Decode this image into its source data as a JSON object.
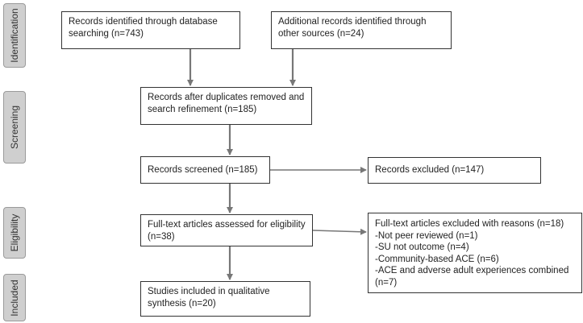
{
  "phases": [
    {
      "label": "Identification"
    },
    {
      "label": "Screening"
    },
    {
      "label": "Eligibility"
    },
    {
      "label": "Included"
    }
  ],
  "boxes": {
    "database": {
      "lines": [
        "Records identified through database",
        "searching (n=743)"
      ]
    },
    "other": {
      "lines": [
        "Additional records identified through",
        "other sources (n=24)"
      ]
    },
    "deduped": {
      "lines": [
        "Records after duplicates removed and",
        "search refinement (n=185)"
      ]
    },
    "screened": {
      "lines": [
        "Records screened  (n=185)"
      ]
    },
    "excluded": {
      "lines": [
        "Records excluded (n=147)"
      ]
    },
    "fulltext": {
      "lines": [
        "Full-text articles assessed for eligibility",
        "(n=38)"
      ]
    },
    "fulltext_excluded": {
      "lines": [
        "Full-text articles excluded with reasons (n=18)",
        "-Not peer reviewed (n=1)",
        "-SU not outcome (n=4)",
        "-Community-based ACE (n=6)",
        "-ACE and adverse adult experiences combined",
        "(n=7)"
      ]
    },
    "included": {
      "lines": [
        "Studies included in qualitative",
        "synthesis (n=20)"
      ]
    }
  },
  "colors": {
    "arrow": "#777777",
    "side_bg": "#cfcfcf",
    "box_border": "#333333"
  }
}
